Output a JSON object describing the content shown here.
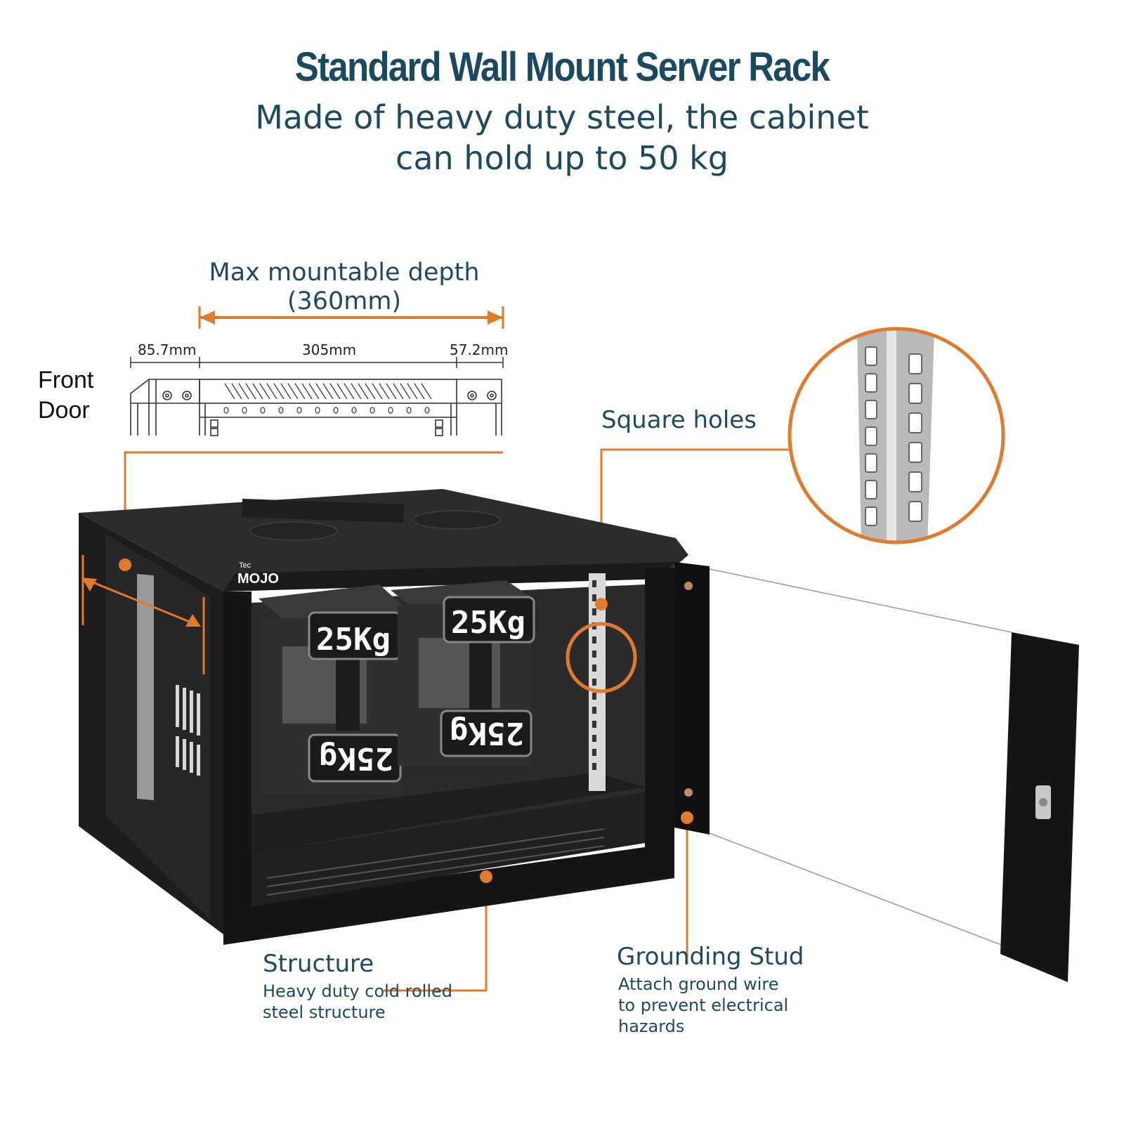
{
  "header": {
    "title": "Standard Wall Mount Server Rack",
    "subtitle_line1": "Made of heavy duty steel, the cabinet",
    "subtitle_line2": "can hold up to 50 kg"
  },
  "dimensions": {
    "max_depth_line1": "Max mountable depth",
    "max_depth_line2": "(360mm)",
    "front": "85.7mm",
    "middle": "305mm",
    "rear": "57.2mm"
  },
  "labels": {
    "front_door_line1": "Front",
    "front_door_line2": "Door",
    "square_holes": "Square holes",
    "structure_title": "Structure",
    "structure_desc_line1": "Heavy duty cold rolled",
    "structure_desc_line2": "steel structure",
    "grounding_title": "Grounding Stud",
    "grounding_desc_line1": "Attach ground wire",
    "grounding_desc_line2": "to prevent electrical",
    "grounding_desc_line3": "hazards"
  },
  "product": {
    "brand_top": "Tec",
    "brand_main": "MOJO",
    "weight_label": "25Kg"
  },
  "colors": {
    "accent_orange": "#e07a2c",
    "heading_navy": "#1b4a60",
    "cabinet_black": "#1a1a1a"
  }
}
